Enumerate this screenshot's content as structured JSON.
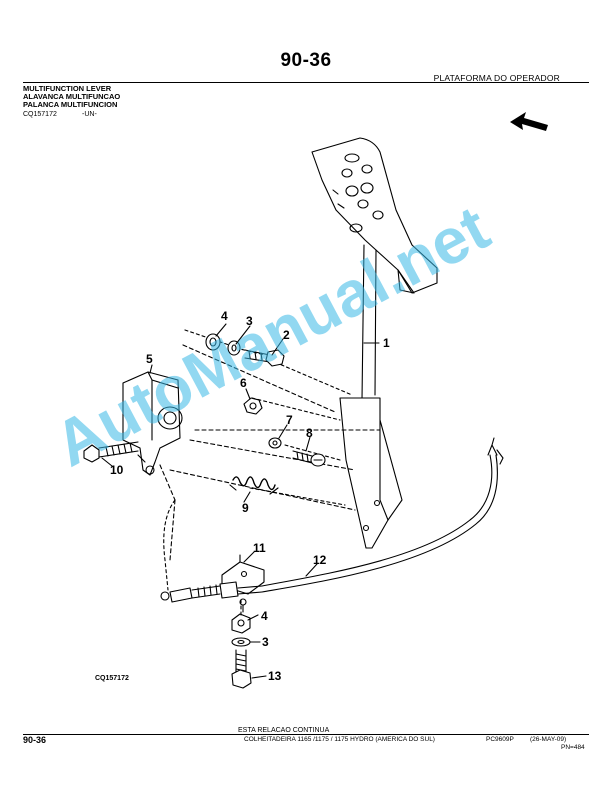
{
  "header": {
    "page_number": "90-36",
    "section": "PLATAFORMA DO OPERADOR"
  },
  "part_group": {
    "titles": [
      "MULTIFUNCTION LEVER",
      "ALAVANCA MULTIFUNCAO",
      "PALANCA MULTIFUNCION"
    ],
    "illustration_code": "CQ157172",
    "serial_note": "-UN-"
  },
  "figure": {
    "callouts": [
      "1",
      "2",
      "3",
      "4",
      "5",
      "6",
      "7",
      "8",
      "9",
      "10",
      "11",
      "12",
      "4",
      "3",
      "13"
    ],
    "reference": "CQ157172",
    "watermark": "AutoManual.net"
  },
  "footer": {
    "continue_note": "ESTA RELACAO CONTINUA",
    "page_number": "90-36",
    "machine": "COLHEITADEIRA 1165 /1175 / 1175 HYDRO (AMERICA DO SUL)",
    "catalog": "PC9609P",
    "date": "(26-MAY-09)",
    "page_sequence": "PN=484"
  }
}
